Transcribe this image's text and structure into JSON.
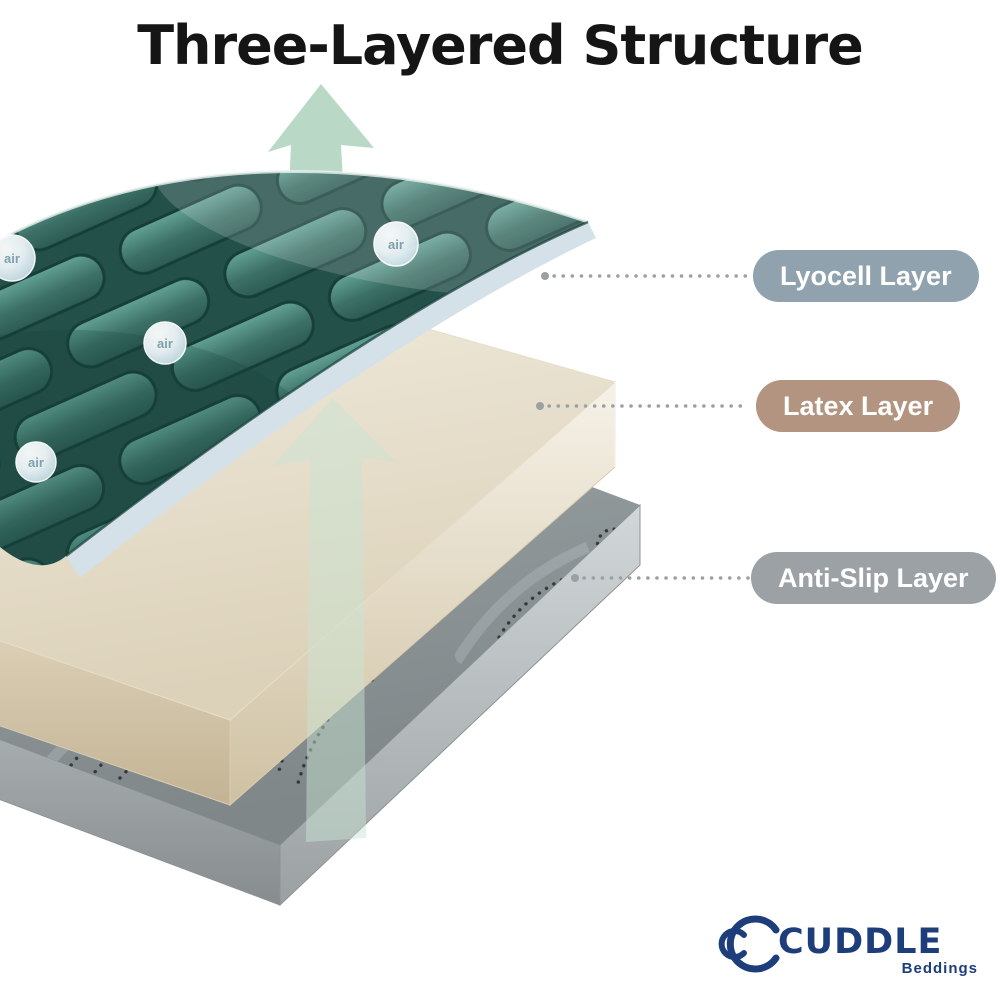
{
  "title": "Three-Layered Structure",
  "callouts": [
    {
      "label": "Lyocell Layer",
      "color": "#8fa2ae"
    },
    {
      "label": "Latex Layer",
      "color": "#b29480"
    },
    {
      "label": "Anti-Slip Layer",
      "color": "#9ba1a5"
    }
  ],
  "air_bubble": {
    "label": "air",
    "count": 4
  },
  "layer_colors": {
    "lyocell_fabric": "#2f6158",
    "latex_foam": "#e9e2d0",
    "anti_slip": "#949c9e",
    "airflow_arrow": "#b9d8c6"
  },
  "logo": {
    "brand": "CUDDLE",
    "tagline": "Beddings",
    "color": "#1d3e7a"
  }
}
